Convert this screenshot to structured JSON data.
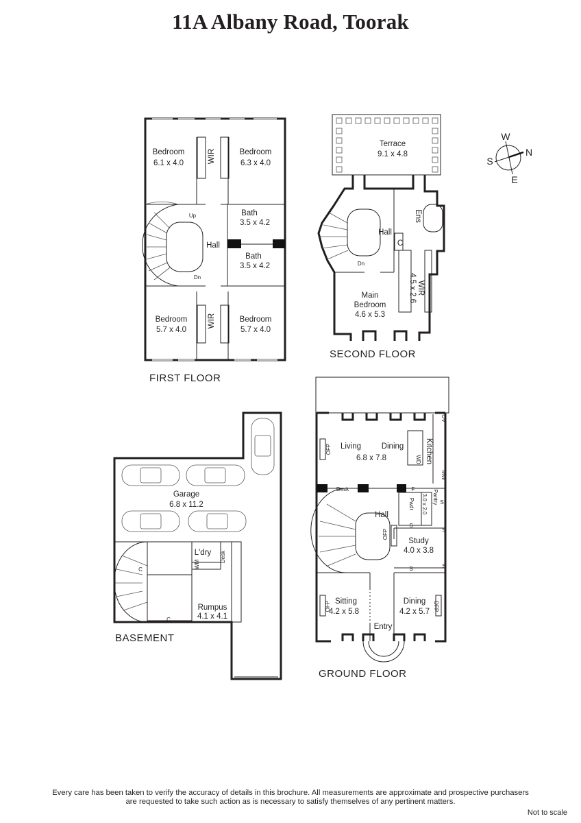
{
  "title": "11A Albany Road, Toorak",
  "compass": {
    "n": "N",
    "s": "S",
    "e": "E",
    "w": "W"
  },
  "first_floor": {
    "label": "FIRST FLOOR",
    "rooms": [
      {
        "name": "Bedroom",
        "size": "6.1 x 4.0"
      },
      {
        "name": "Bedroom",
        "size": "6.3 x 4.0"
      },
      {
        "name": "Bath",
        "size": "3.5 x 4.2"
      },
      {
        "name": "Bath",
        "size": "3.5 x 4.2"
      },
      {
        "name": "Bedroom",
        "size": "5.7 x 4.0"
      },
      {
        "name": "Bedroom",
        "size": "5.7 x 4.0"
      }
    ],
    "hall": "Hall",
    "wir": [
      "WIR",
      "WIR"
    ],
    "stairs_up": "Up",
    "stairs_down": "Dn"
  },
  "second_floor": {
    "label": "SECOND FLOOR",
    "terrace": {
      "name": "Terrace",
      "size": "9.1 x 4.8"
    },
    "hall": "Hall",
    "ensuite": "Ens",
    "cupboard": "C",
    "wir": {
      "name": "WIR",
      "size": "4.5 x 2.6"
    },
    "main_bedroom": {
      "name1": "Main",
      "name2": "Bedroom",
      "size": "4.6 x 5.3"
    },
    "stairs_down": "Dn"
  },
  "ground_floor": {
    "label": "GROUND FLOOR",
    "living": "Living",
    "dining_open": "Dining",
    "living_size": "6.8 x 7.8",
    "kitchen": "Kitchen",
    "oven": "OV",
    "microwave": "MW",
    "dishwasher": "WD",
    "ofp": "OFP",
    "desk": "Desk",
    "fridge": "F",
    "powder": "Pwdr",
    "pantry": "Pantry",
    "pantry_size": "3.0 x 2.0",
    "shelf": "S",
    "hall": "Hall",
    "study": {
      "name": "Study",
      "size": "4.0 x 3.8"
    },
    "sitting": {
      "name": "Sitting",
      "size": "4.2 x 5.8"
    },
    "dining": {
      "name": "Dining",
      "size": "4.2 x 5.7"
    },
    "entry": "Entry"
  },
  "basement": {
    "label": "BASEMENT",
    "garage": {
      "name": "Garage",
      "size": "6.8 x 11.2"
    },
    "laundry": "L'dry",
    "washing_machine": "WM",
    "desk": "Desk",
    "cupboard": "C",
    "rumpus": {
      "name": "Rumpus",
      "size": "4.1 x 4.1"
    }
  },
  "footer": {
    "line1": "Every care has been taken to verify the accuracy of details in this brochure.  All measurements are approximate and prospective purchasers",
    "line2": "are requested to take such action as is necessary to satisfy themselves of any pertinent matters.",
    "scale_note": "Not to scale"
  }
}
